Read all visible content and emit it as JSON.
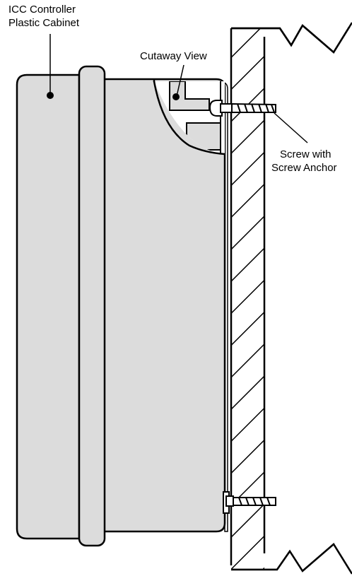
{
  "labels": {
    "cabinet_line1": "ICC Controller",
    "cabinet_line2": "Plastic Cabinet",
    "cutaway": "Cutaway View",
    "screw_line1": "Screw with",
    "screw_line2": "Screw Anchor"
  },
  "colors": {
    "cabinet_fill": "#dcdcdc",
    "outline": "#000000",
    "background": "#ffffff"
  }
}
